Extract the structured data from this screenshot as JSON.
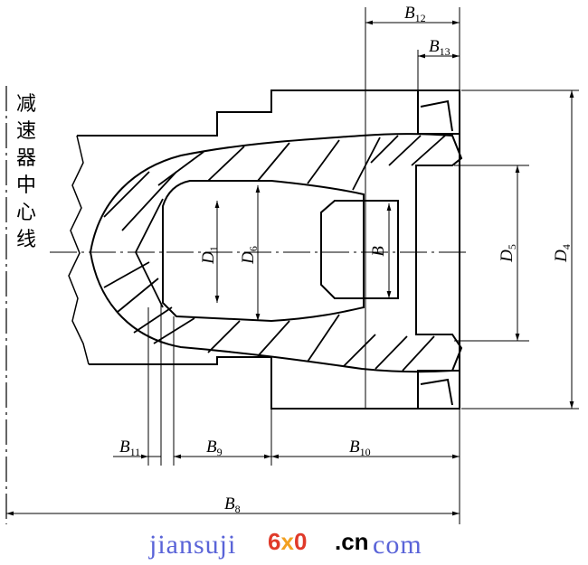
{
  "drawing": {
    "side_label": [
      "减",
      "速",
      "器",
      "中",
      "心",
      "线"
    ],
    "dimensions": {
      "b12": {
        "main": "B",
        "sub": "12"
      },
      "b13": {
        "main": "B",
        "sub": "13"
      },
      "b11": {
        "main": "B",
        "sub": "11"
      },
      "b9": {
        "main": "B",
        "sub": "9"
      },
      "b10": {
        "main": "B",
        "sub": "10"
      },
      "b8": {
        "main": "B",
        "sub": "8"
      },
      "b": {
        "main": "B"
      },
      "d1": {
        "main": "D",
        "sub": "1"
      },
      "d6": {
        "main": "D",
        "sub": "6"
      },
      "d5": {
        "main": "D",
        "sub": "5"
      },
      "d4": {
        "main": "D",
        "sub": "4"
      }
    }
  },
  "watermark": {
    "url_prefix": "jiansuji",
    "brand": "6x0",
    "brand_colors": [
      "#e03a2a",
      "#f2a020",
      "#e03a2a"
    ],
    "url_suffix": ".cn",
    "url_tail": "com"
  }
}
